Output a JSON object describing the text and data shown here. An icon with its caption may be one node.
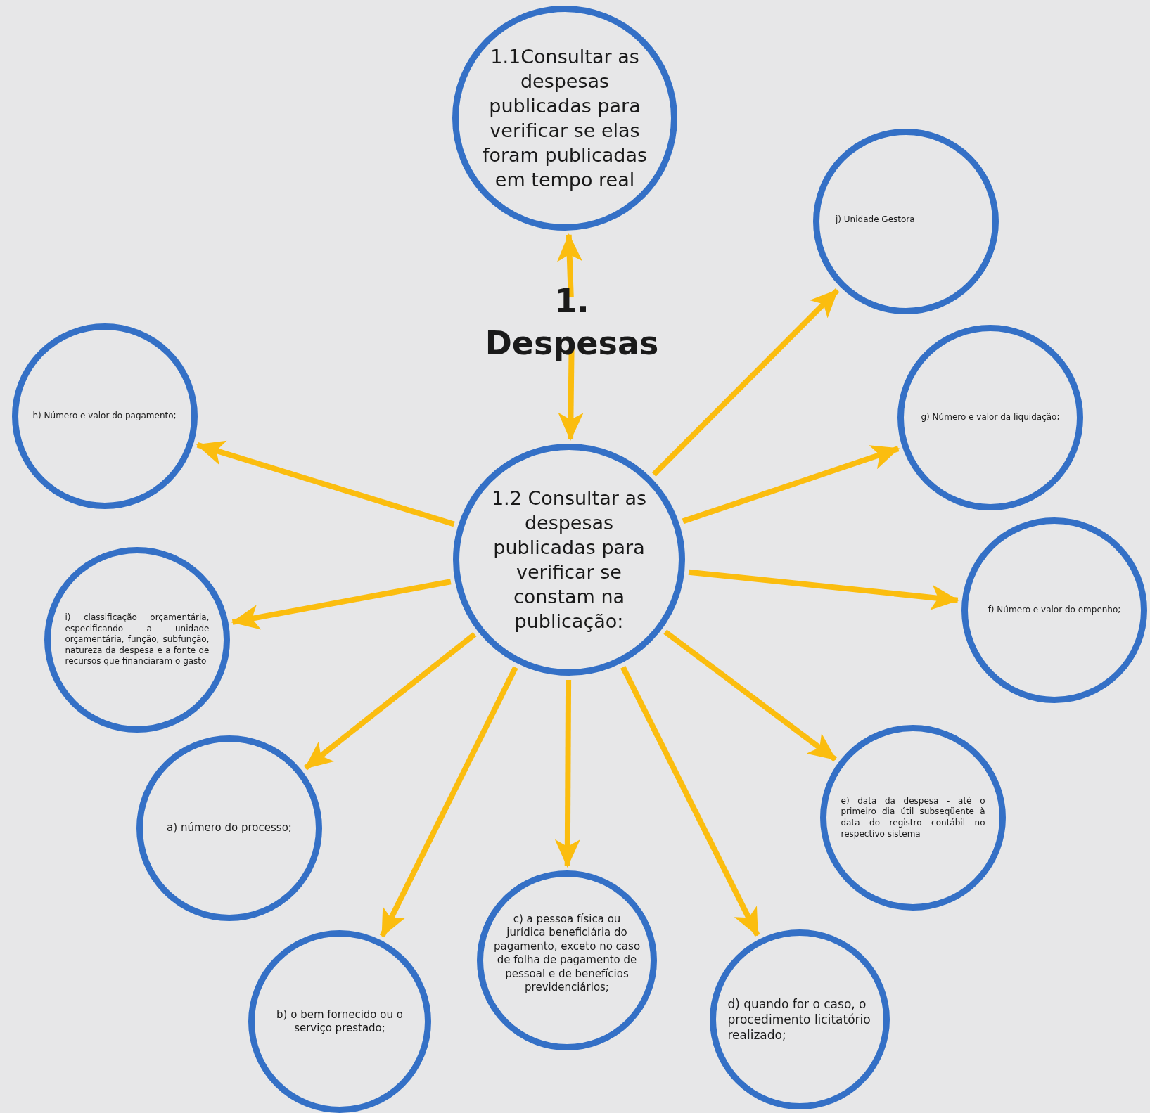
{
  "diagram": {
    "nodes": [
      {
        "text": [
          "1. Despesas"
        ]
      },
      {
        "text": [
          "1.1Consultar as despesas publicadas para verificar se elas foram publicadas em tempo real"
        ]
      },
      {
        "text": [
          "1.2 Consultar as despesas publicadas para verificar se constam na publicação:"
        ]
      },
      {
        "text": [
          "j) Unidade Gestora"
        ]
      },
      {
        "text": [
          "g) Número e valor da liquidação;"
        ]
      },
      {
        "text": [
          "f) Número e valor do empenho;"
        ]
      },
      {
        "text": [
          "e) data da despesa - até o primeiro dia útil subseqüente à data do registro contábil no respectivo sistema"
        ]
      },
      {
        "text": [
          "d) quando for o caso, o procedimento licitatório realizado;"
        ]
      },
      {
        "text": [
          "c) a pessoa física ou jurídica beneficiária do pagamento, exceto no caso de folha de pagamento de pessoal e de benefícios previdenciários;"
        ]
      },
      {
        "text": [
          "b) o bem fornecido ou o serviço prestado;"
        ]
      },
      {
        "text": [
          "a) número do processo;"
        ]
      },
      {
        "text": [
          "i) classificação orçamentária, especificando a unidade orçamentária, função, subfunção, natureza da despesa e a fonte de recursos que financiaram o gasto"
        ]
      },
      {
        "text": [
          "h) Número e valor do pagamento;"
        ]
      }
    ],
    "edges": [
      {
        "from": 0,
        "to": 1,
        "arrow": "to"
      },
      {
        "from": 0,
        "to": 2,
        "arrow": "to"
      },
      {
        "from": 2,
        "to": 3,
        "arrow": "to"
      },
      {
        "from": 2,
        "to": 4,
        "arrow": "to"
      },
      {
        "from": 2,
        "to": 5,
        "arrow": "to"
      },
      {
        "from": 2,
        "to": 6,
        "arrow": "to"
      },
      {
        "from": 2,
        "to": 7,
        "arrow": "to"
      },
      {
        "from": 2,
        "to": 8,
        "arrow": "to"
      },
      {
        "from": 2,
        "to": 9,
        "arrow": "to"
      },
      {
        "from": 2,
        "to": 10,
        "arrow": "to"
      },
      {
        "from": 2,
        "to": 11,
        "arrow": "to"
      },
      {
        "from": 2,
        "to": 12,
        "arrow": "to"
      }
    ]
  }
}
